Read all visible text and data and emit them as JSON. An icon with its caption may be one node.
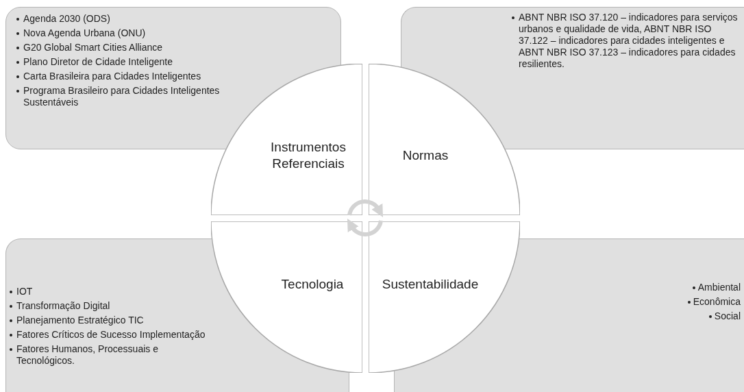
{
  "diagram": {
    "nodes": [
      {
        "text": [
          "Agenda 2030 (ODS)",
          "Nova Agenda Urbana (ONU)",
          "G20 Global Smart Cities Alliance",
          "Plano Diretor de Cidade Inteligente",
          "Carta Brasileira para Cidades Inteligentes",
          "Programa Brasileiro para Cidades Inteligentes Sustentáveis"
        ]
      },
      {
        "text": [
          "ABNT NBR ISO 37.120 – indicadores para serviços urbanos e qualidade de vida, ABNT NBR ISO 37.122 – indicadores para cidades inteligentes e ABNT NBR ISO 37.123 – indicadores para cidades resilientes."
        ]
      },
      {
        "text": [
          "Instrumentos Referenciais"
        ]
      },
      {
        "text": [
          "Normas"
        ]
      },
      {
        "text": [
          "Tecnologia"
        ]
      },
      {
        "text": [
          "Sustentabilidade"
        ]
      },
      {
        "text": [
          "IOT",
          "Transformação Digital",
          "Planejamento Estratégico TIC",
          "Fatores Críticos de Sucesso Implementação",
          "Fatores Humanos, Processuais e Tecnológicos."
        ]
      },
      {
        "text": [
          "Ambiental",
          "Econômica",
          "Social"
        ]
      }
    ],
    "edges": [
      {
        "from": 2,
        "to": 3,
        "arrow": "to"
      },
      {
        "from": 5,
        "to": 4,
        "arrow": "to"
      }
    ]
  }
}
